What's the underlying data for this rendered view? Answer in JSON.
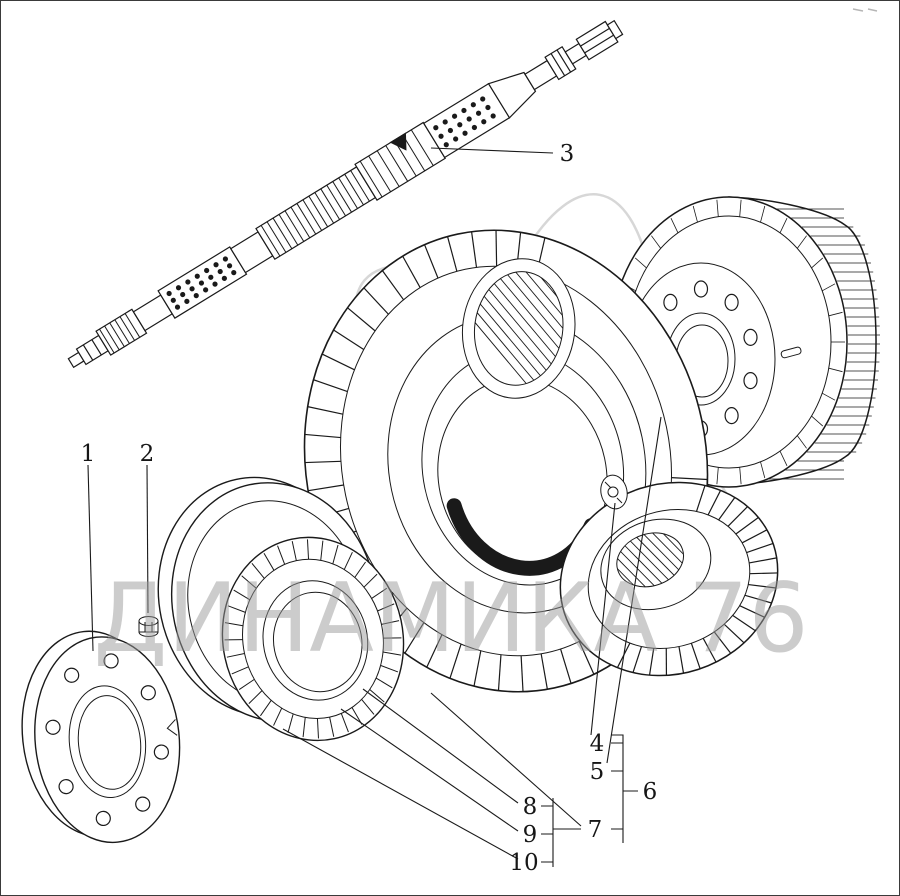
{
  "diagram": {
    "type": "exploded-parts-line-drawing",
    "watermark_text": "ДИНАМИКА 76",
    "callouts": {
      "c1": "1",
      "c2": "2",
      "c3": "3",
      "c4": "4",
      "c5": "5",
      "c6": "6",
      "c7": "7",
      "c8": "8",
      "c9": "9",
      "c10": "10"
    }
  },
  "colors": {
    "background": "#ffffff",
    "line": "#1a1a1a",
    "watermark": "#9a9a9a"
  }
}
